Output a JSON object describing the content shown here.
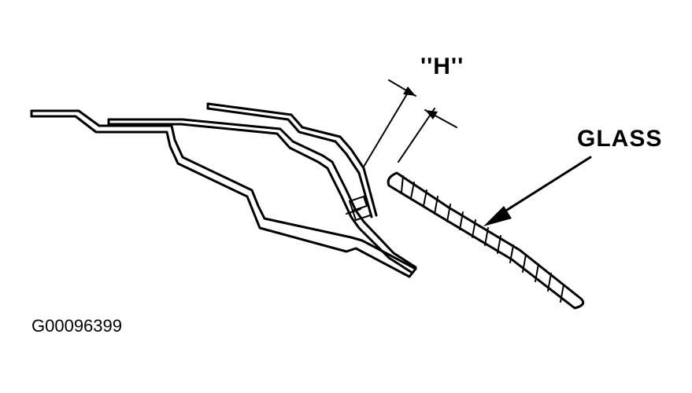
{
  "labels": {
    "dimension": "''H''",
    "glass": "GLASS",
    "figure_id": "G00096399"
  }
}
